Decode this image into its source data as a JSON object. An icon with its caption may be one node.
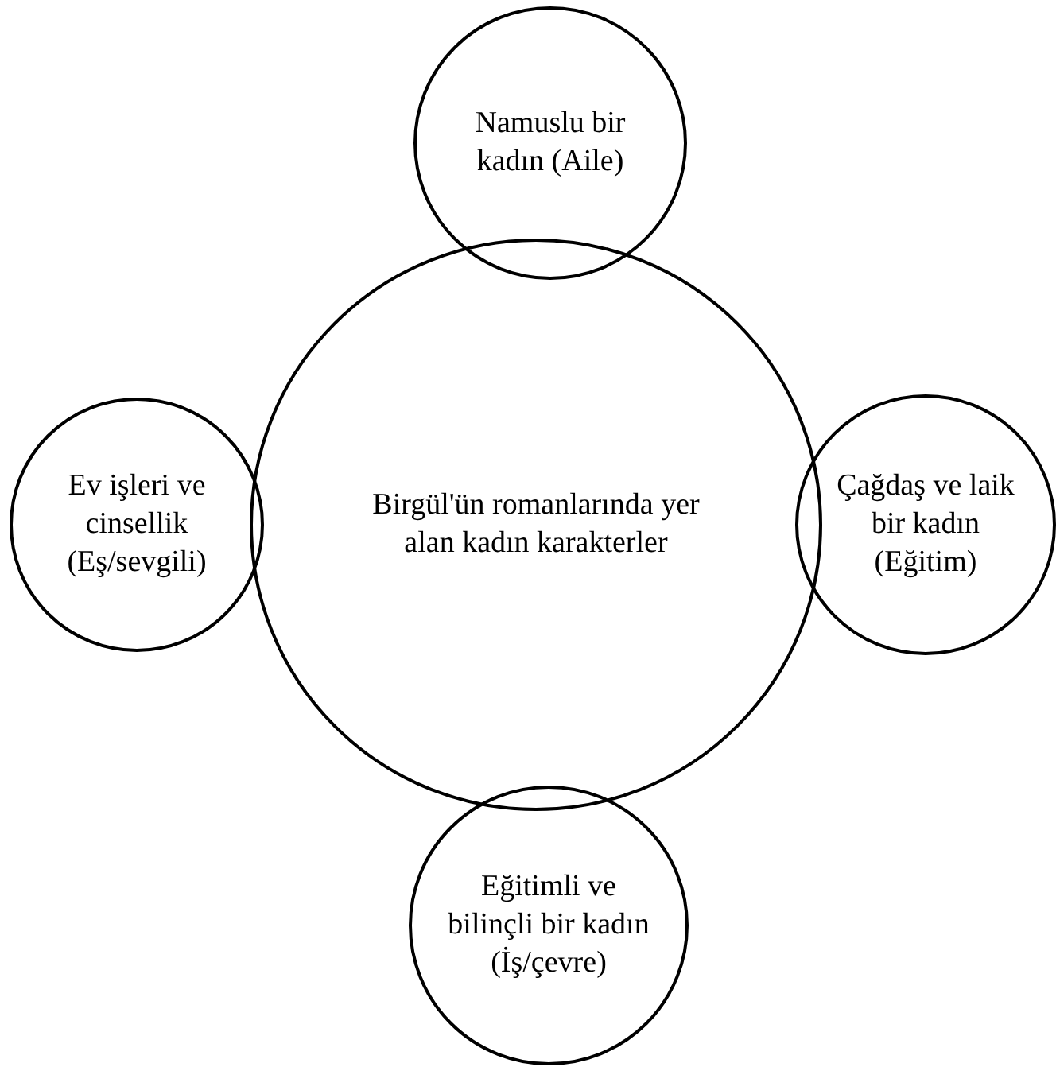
{
  "diagram": {
    "nodes": [
      {
        "text": [
          "Namuslu bir kadın (Aile)"
        ]
      },
      {
        "text": [
          "Ev işleri ve cinsellik (Eş/sevgili)"
        ]
      },
      {
        "text": [
          "Birgül'ün romanlarında yer alan kadın karakterler"
        ]
      },
      {
        "text": [
          "Çağdaş ve laik bir kadın (Eğitim)"
        ]
      },
      {
        "text": [
          "Eğitimli ve bilinçli bir kadın (İş/çevre)"
        ]
      }
    ]
  }
}
